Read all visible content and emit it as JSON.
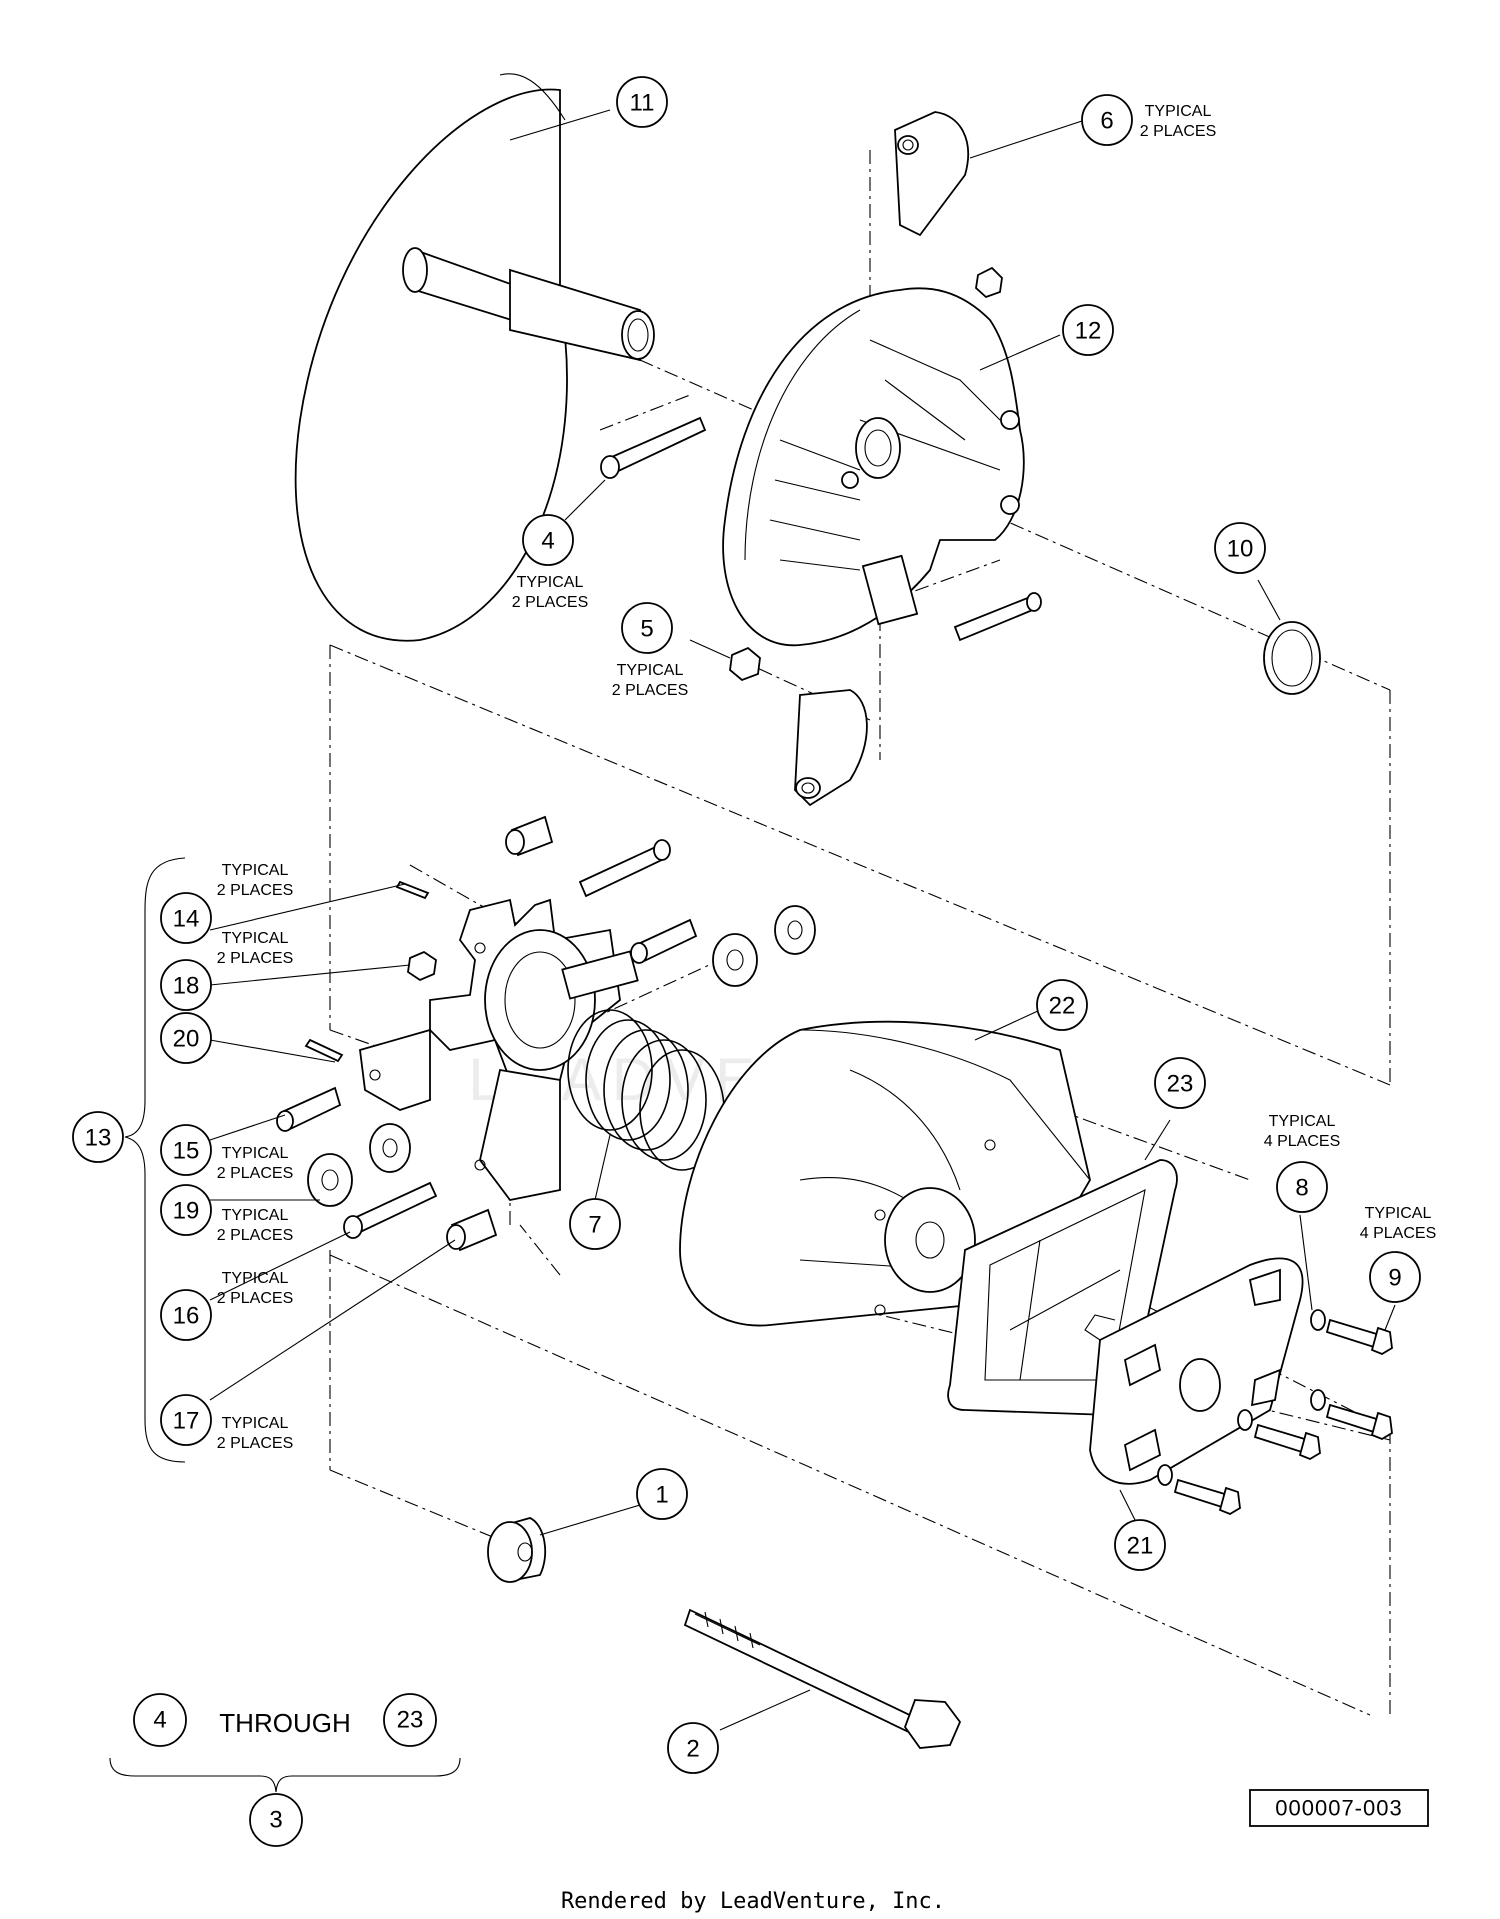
{
  "watermark": "LEADVENTURE",
  "reference_number": "000007-003",
  "footer": "Rendered by LeadVenture, Inc.",
  "callouts": [
    {
      "num": "11",
      "note": []
    },
    {
      "num": "6",
      "note": [
        "TYPICAL",
        "2 PLACES"
      ]
    },
    {
      "num": "12",
      "note": []
    },
    {
      "num": "4",
      "note": [
        "TYPICAL",
        "2 PLACES"
      ]
    },
    {
      "num": "10",
      "note": []
    },
    {
      "num": "5",
      "note": [
        "TYPICAL",
        "2 PLACES"
      ]
    },
    {
      "num": "14",
      "note": [
        "TYPICAL",
        "2 PLACES"
      ]
    },
    {
      "num": "18",
      "note": [
        "TYPICAL",
        "2 PLACES"
      ]
    },
    {
      "num": "20",
      "note": []
    },
    {
      "num": "22",
      "note": []
    },
    {
      "num": "23",
      "note": []
    },
    {
      "num": "8",
      "note": [
        "TYPICAL",
        "4 PLACES"
      ]
    },
    {
      "num": "9",
      "note": [
        "TYPICAL",
        "4 PLACES"
      ]
    },
    {
      "num": "13",
      "note": []
    },
    {
      "num": "15",
      "note": [
        "TYPICAL",
        "2 PLACES"
      ]
    },
    {
      "num": "19",
      "note": [
        "TYPICAL",
        "2 PLACES"
      ]
    },
    {
      "num": "7",
      "note": []
    },
    {
      "num": "16",
      "note": [
        "TYPICAL",
        "2 PLACES"
      ]
    },
    {
      "num": "17",
      "note": [
        "TYPICAL",
        "2 PLACES"
      ]
    },
    {
      "num": "1",
      "note": []
    },
    {
      "num": "21",
      "note": []
    },
    {
      "num": "2",
      "note": []
    }
  ],
  "range_note": {
    "from": "4",
    "word": "THROUGH",
    "to": "23",
    "result": "3"
  }
}
